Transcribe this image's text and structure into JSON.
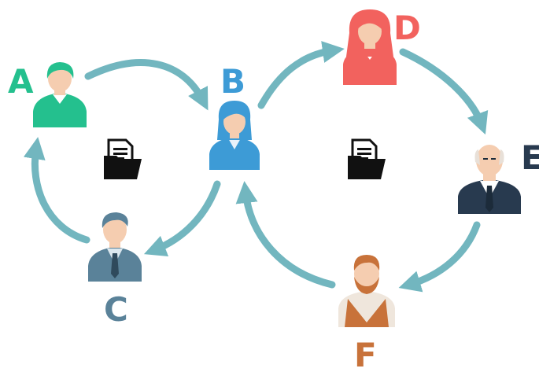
{
  "colors": {
    "arrow": "#72b6bf",
    "a": "#24c08e",
    "b": "#3d9bd6",
    "c": "#5a8299",
    "d": "#f2625e",
    "e": "#283a4f",
    "f": "#c8723a",
    "skin": "#f5cdb0",
    "doc": "#111111"
  },
  "nodes": {
    "a": {
      "label": "A",
      "icon": "user-icon"
    },
    "b": {
      "label": "B",
      "icon": "woman-user-icon"
    },
    "c": {
      "label": "C",
      "icon": "businessman-icon"
    },
    "d": {
      "label": "D",
      "icon": "woman-redhead-icon"
    },
    "e": {
      "label": "E",
      "icon": "bald-man-icon"
    },
    "f": {
      "label": "F",
      "icon": "bearded-man-icon"
    }
  },
  "documents": [
    {
      "icon": "folder-document-icon"
    },
    {
      "icon": "folder-document-icon"
    }
  ],
  "edges": [
    {
      "from": "A",
      "to": "B"
    },
    {
      "from": "B",
      "to": "C"
    },
    {
      "from": "C",
      "to": "A"
    },
    {
      "from": "B",
      "to": "D"
    },
    {
      "from": "D",
      "to": "E"
    },
    {
      "from": "E",
      "to": "F"
    },
    {
      "from": "F",
      "to": "B"
    }
  ]
}
